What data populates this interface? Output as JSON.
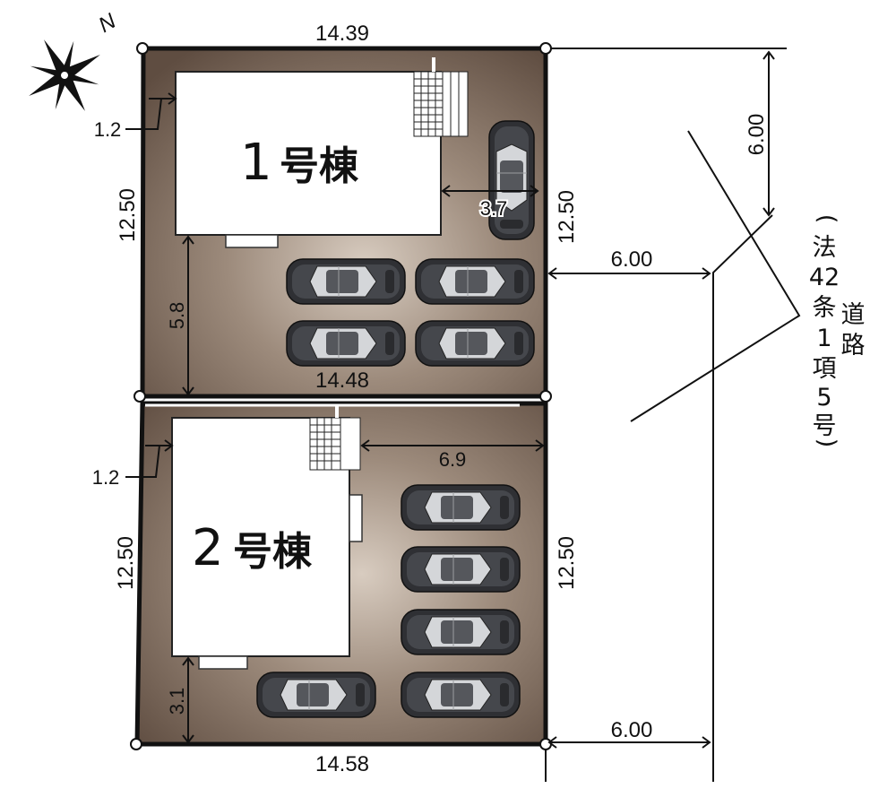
{
  "compass": {
    "label": "N"
  },
  "lots": [
    {
      "building_num": "1",
      "building_suffix": "号棟",
      "width_top": "14.39",
      "width_bottom": "14.48",
      "depth_left": "12.50",
      "depth_right": "12.50",
      "setback_side": "1.2",
      "setback_front": "5.8",
      "gap": "3.7"
    },
    {
      "building_num": "2",
      "building_suffix": "号棟",
      "width_bottom": "14.58",
      "depth_left": "12.50",
      "depth_right": "12.50",
      "setback_side": "1.2",
      "setback_front": "3.1",
      "gap": "6.9"
    }
  ],
  "road": {
    "width_top": "6.00",
    "width_bottom": "6.00",
    "length": "6.00",
    "label_main": [
      "(",
      "法",
      "42",
      "条",
      "1",
      "項",
      "5",
      "号",
      ")"
    ],
    "label_side": [
      "道",
      "路"
    ]
  },
  "colors": {
    "ground": "#6b584b",
    "ground_light": "#cfc2b5",
    "car": "#3a3b3f",
    "building": "#ffffff"
  }
}
